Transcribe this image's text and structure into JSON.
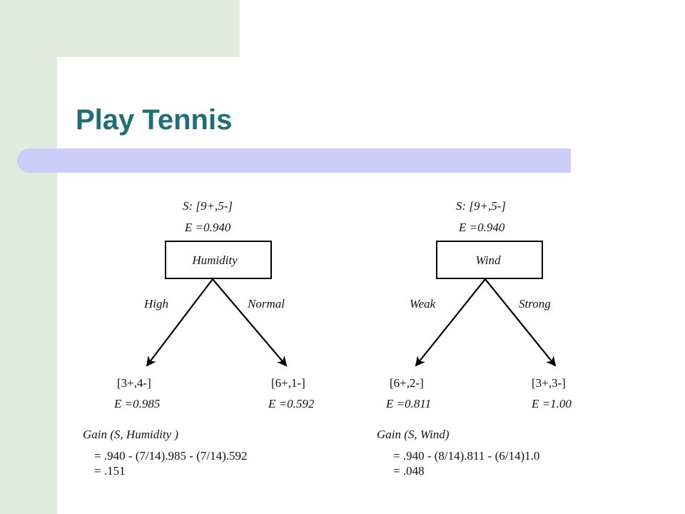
{
  "slide": {
    "title": "Play Tennis"
  },
  "trees": [
    {
      "root": {
        "set": "S: [9+,5-]",
        "entropy": "E =0.940",
        "attribute": "Humidity"
      },
      "branches": [
        {
          "label": "High",
          "set": "[3+,4-]",
          "entropy": "E =0.985"
        },
        {
          "label": "Normal",
          "set": "[6+,1-]",
          "entropy": "E =0.592"
        }
      ],
      "gain": {
        "header": "Gain (S,  Humidity  )",
        "line1": "= .940 - (7/14).985 - (7/14).592",
        "line2": "= .151"
      }
    },
    {
      "root": {
        "set": "S: [9+,5-]",
        "entropy": "E =0.940",
        "attribute": "Wind"
      },
      "branches": [
        {
          "label": "Weak",
          "set": "[6+,2-]",
          "entropy": "E =0.811"
        },
        {
          "label": "Strong",
          "set": "[3+,3-]",
          "entropy": "E =1.00"
        }
      ],
      "gain": {
        "header": "Gain (S, Wind)",
        "line1": "= .940 - (8/14).811 - (6/14)1.0",
        "line2": "= .048"
      }
    }
  ]
}
